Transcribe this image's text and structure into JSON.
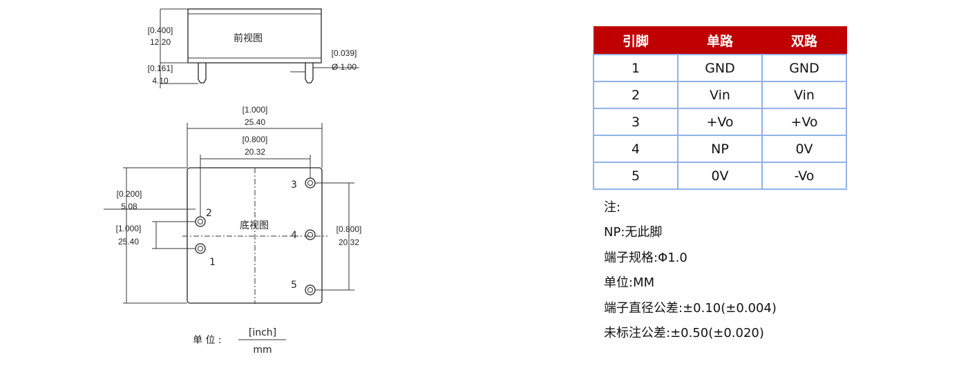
{
  "front_view": {
    "title": "前视图",
    "height_inch": "[0.400]",
    "height_mm": "12.20",
    "pin_len_inch": "[0.161]",
    "pin_len_mm": "4.10",
    "pin_dia_inch": "[0.039]",
    "pin_dia_mm": "Ø 1.00"
  },
  "bottom_view": {
    "title": "底视图",
    "width_inch": "[1.000]",
    "width_mm": "25.40",
    "pin_span_inch": "[0.800]",
    "pin_span_mm": "20.32",
    "pin_offset_inch": "[0.200]",
    "pin_offset_mm": "5.08",
    "height_inch": "[1.000]",
    "height_mm": "25.40",
    "right_span_inch": "[0.800]",
    "right_span_mm": "20.32",
    "pin_labels": [
      "1",
      "2",
      "3",
      "4",
      "5"
    ]
  },
  "unit_legend": {
    "prefix": "单 位 :",
    "numerator": "[inch]",
    "denominator": "mm"
  },
  "pin_table": {
    "headers": [
      "引脚",
      "单路",
      "双路"
    ],
    "rows": [
      [
        "1",
        "GND",
        "GND"
      ],
      [
        "2",
        "Vin",
        "Vin"
      ],
      [
        "3",
        "+Vo",
        "+Vo"
      ],
      [
        "4",
        "NP",
        "0V"
      ],
      [
        "5",
        "0V",
        "-Vo"
      ]
    ]
  },
  "notes": [
    "注:",
    "NP:无此脚",
    "端子规格:Φ1.0",
    "单位:MM",
    "端子直径公差:±0.10(±0.004)",
    "未标注公差:±0.50(±0.020)"
  ],
  "colors": {
    "header_bg": "#c00000",
    "table_border": "#8fb2e8"
  }
}
